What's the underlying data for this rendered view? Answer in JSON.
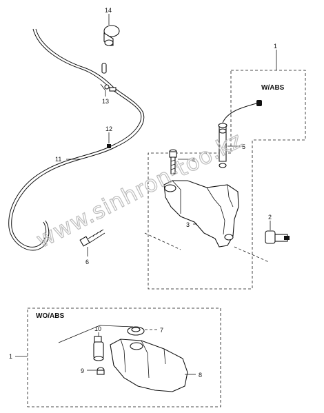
{
  "labels": {
    "wabs_header": "W/ABS",
    "woabs_header": "WO/ABS",
    "callout_1_top": "1",
    "callout_1_bottom": "1",
    "callout_2": "2",
    "callout_3": "3",
    "callout_4": "4",
    "callout_5": "5",
    "callout_6": "6",
    "callout_7": "7",
    "callout_8": "8",
    "callout_9": "9",
    "callout_10": "10",
    "callout_11": "11",
    "callout_12": "12",
    "callout_13": "13",
    "callout_14": "14"
  },
  "watermark": "www.sinhron-too.kz",
  "colors": {
    "line": "#111111",
    "watermark": "#bdbdbd",
    "background": "#ffffff"
  }
}
